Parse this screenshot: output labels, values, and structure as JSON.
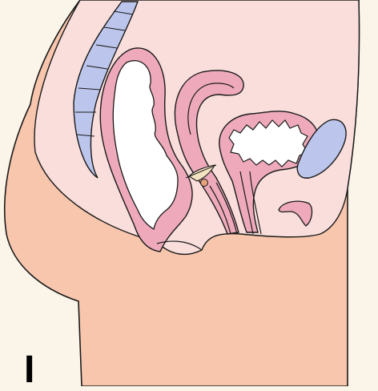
{
  "figure": {
    "panel_letter": "I",
    "colors": {
      "background": "#fbf5e9",
      "skin": "#f8c6ad",
      "internal": "#f9dedb",
      "organ_wall": "#eeaabb",
      "lumen": "#ffffff",
      "bone": "#bcc6ec",
      "outline": "#1a1a1a"
    },
    "structures": [
      "body-outline",
      "pelvic-cavity",
      "vertebral-column",
      "rectum",
      "uterus",
      "bladder",
      "pubic-bone",
      "urethra",
      "vaginal-canal",
      "small-device"
    ]
  }
}
